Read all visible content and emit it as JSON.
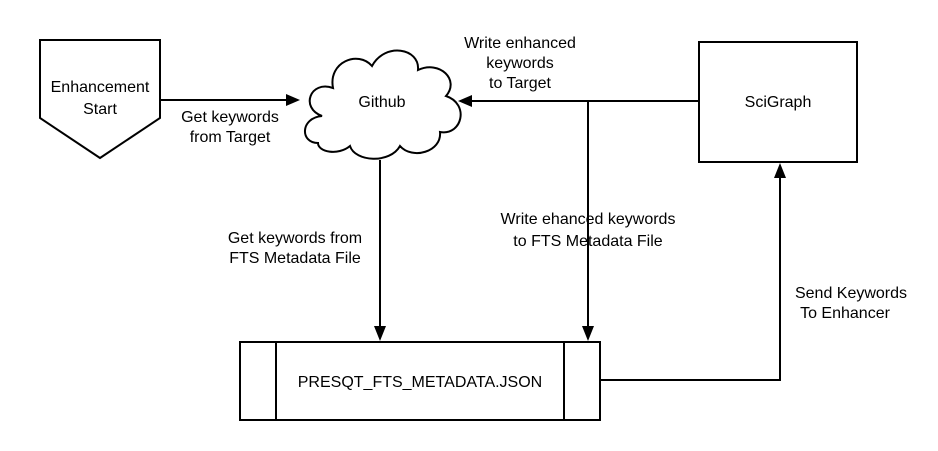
{
  "nodes": {
    "start": {
      "line1": "Enhancement",
      "line2": "Start"
    },
    "github": {
      "label": "Github"
    },
    "scigraph": {
      "label": "SciGraph"
    },
    "metadata_file": {
      "label": "PRESQT_FTS_METADATA.JSON"
    }
  },
  "edges": {
    "start_to_github": {
      "line1": "Get keywords",
      "line2": "from Target"
    },
    "scigraph_to_github": {
      "line1": "Write enhanced",
      "line2": "keywords",
      "line3": "to Target"
    },
    "github_to_file": {
      "line1": "Get keywords from",
      "line2": "FTS Metadata File"
    },
    "scigraph_to_file": {
      "line1": "Write ehanced keywords",
      "line2": "to FTS Metadata File"
    },
    "file_to_scigraph": {
      "line1": "Send Keywords",
      "line2": "To Enhancer"
    }
  },
  "colors": {
    "stroke": "#000000",
    "background": "#ffffff"
  }
}
